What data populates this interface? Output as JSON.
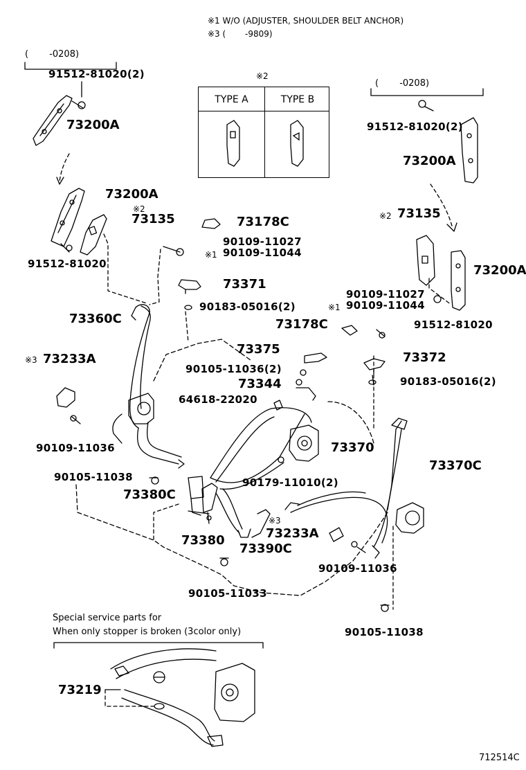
{
  "notes": {
    "note1": "※1 W/O (ADJUSTER, SHOULDER BELT ANCHOR)",
    "note3": "※3 (　　 -9809)"
  },
  "left_range": "(　　 -0208)",
  "right_range": "(　　 -0208)",
  "type_table": {
    "mark": "※2",
    "type_a": "TYPE  A",
    "type_b": "TYPE  B"
  },
  "parts": {
    "p_91512_81020_2_left": "91512-81020(2)",
    "p_73200A_1": "73200A",
    "p_73200A_2": "73200A",
    "p_mark2_left": "※2",
    "p_73135_left": "73135",
    "p_91512_81020_left": "91512-81020",
    "p_73178C_top": "73178C",
    "p_90109_11027_c": "90109-11027",
    "p_mark1_c": "※1",
    "p_90109_11044_c": "90109-11044",
    "p_73371": "73371",
    "p_90183_05016_c": "90183-05016(2)",
    "p_73360C": "73360C",
    "p_73375": "73375",
    "p_90105_11036": "90105-11036(2)",
    "p_mark3_233A_left": "※3",
    "p_73233A_left": "73233A",
    "p_73344": "73344",
    "p_64618_22020": "64618-22020",
    "p_90109_11036_left": "90109-11036",
    "p_90105_11038_left": "90105-11038",
    "p_73380C": "73380C",
    "p_73370": "73370",
    "p_90179_11010": "90179-11010(2)",
    "p_73380": "73380",
    "p_mark3_c": "※3",
    "p_73233A_c": "73233A",
    "p_73390C": "73390C",
    "p_90105_11033": "90105-11033",
    "p_91512_81020_2_right": "91512-81020(2)",
    "p_73200A_r1": "73200A",
    "p_mark2_right": "※2",
    "p_73135_right": "73135",
    "p_73200A_r2": "73200A",
    "p_90109_11027_r": "90109-11027",
    "p_mark1_r": "※1",
    "p_90109_11044_r": "90109-11044",
    "p_91512_81020_right": "91512-81020",
    "p_73178C_right": "73178C",
    "p_73372": "73372",
    "p_90183_05016_r": "90183-05016(2)",
    "p_73370C": "73370C",
    "p_90109_11036_right": "90109-11036",
    "p_90105_11038_right": "90105-11038",
    "p_73219": "73219"
  },
  "special": {
    "line1": "Special  service parts  for",
    "line2": "When  only  stopper  is  broken  (3color  only)"
  },
  "drawing_code": "712514C"
}
